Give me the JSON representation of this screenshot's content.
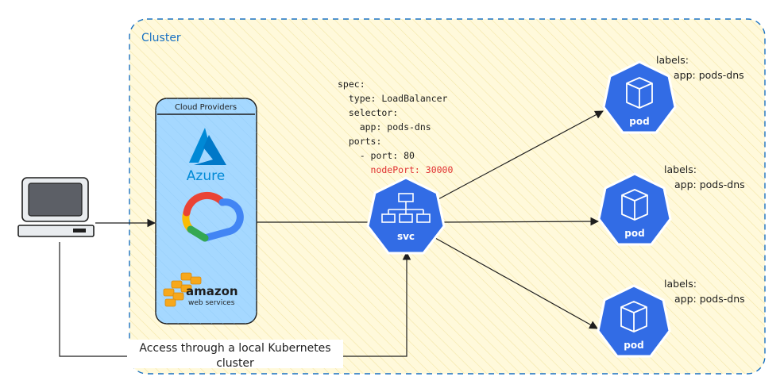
{
  "cluster": {
    "label": "Cluster"
  },
  "cloud_providers": {
    "title": "Cloud Providers",
    "azure_label": "Azure",
    "amazon_label": "amazon",
    "amazon_sub": "web services"
  },
  "spec": {
    "lines": [
      "spec:",
      "  type: LoadBalancer",
      "  selector:",
      "    app: pods-dns",
      "  ports:",
      "    - port: 80",
      "      nodePort: 30000"
    ]
  },
  "service": {
    "label": "svc"
  },
  "pods": [
    {
      "label": "pod",
      "labels_title": "labels:",
      "labels_value": "app: pods-dns"
    },
    {
      "label": "pod",
      "labels_title": "labels:",
      "labels_value": "app: pods-dns"
    },
    {
      "label": "pod",
      "labels_title": "labels:",
      "labels_value": "app: pods-dns"
    }
  ],
  "access_note": {
    "line1": "Access through a local Kubernetes",
    "line2": "cluster"
  },
  "colors": {
    "cluster_border": "#1971c2",
    "cluster_fill": "#fff9db",
    "provider_fill": "#a5d8ff",
    "k8s_blue": "#326ce5",
    "azure_blue": "#0089d6",
    "nodeport_red": "#e03131",
    "ink": "#1e1e1e"
  }
}
